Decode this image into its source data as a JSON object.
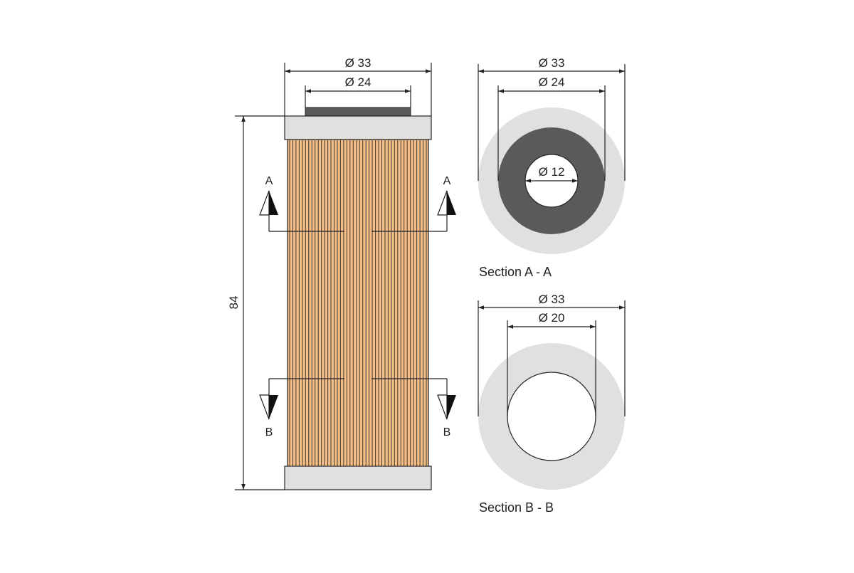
{
  "side_view": {
    "dim_outer": "Ø 33",
    "dim_inner": "Ø 24",
    "dim_height": "84",
    "section_a_label": "A",
    "section_b_label": "B",
    "pleat_count": 44
  },
  "section_a": {
    "dim_outer": "Ø 33",
    "dim_inner": "Ø 24",
    "dim_bore": "Ø 12",
    "caption": "Section A - A"
  },
  "section_b": {
    "dim_outer": "Ø 33",
    "dim_inner": "Ø 20",
    "caption": "Section B - B"
  },
  "colors": {
    "filter_media": "#f7bd86",
    "end_cap": "#e0e0e0",
    "seal": "#5a5a5a",
    "line": "#222222"
  }
}
